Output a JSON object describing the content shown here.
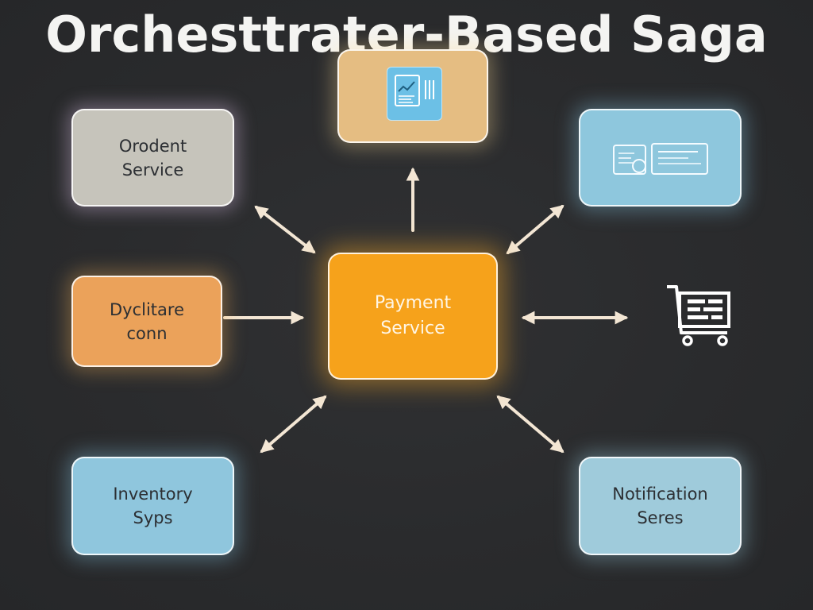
{
  "title": "Orchesttrater-Based Saga",
  "nodes": {
    "order_service": {
      "line1": "Orodent",
      "line2": "Service"
    },
    "dyclitare": {
      "line1": "Dyclitare",
      "line2": "conn"
    },
    "payment_service": {
      "line1": "Payment",
      "line2": "Service"
    },
    "inventory": {
      "line1": "Inventory",
      "line2": "Syps"
    },
    "notification": {
      "line1": "Notification",
      "line2": "Seres"
    }
  },
  "icons": {
    "top": "document-chart-icon",
    "right_top": "credit-card-icon",
    "right": "shopping-cart-icon"
  },
  "colors": {
    "background": "#2a2b2d",
    "payment": "#f6a21b",
    "blue_nodes": "#8ec7dd",
    "arrows": "#f3e6d4"
  }
}
